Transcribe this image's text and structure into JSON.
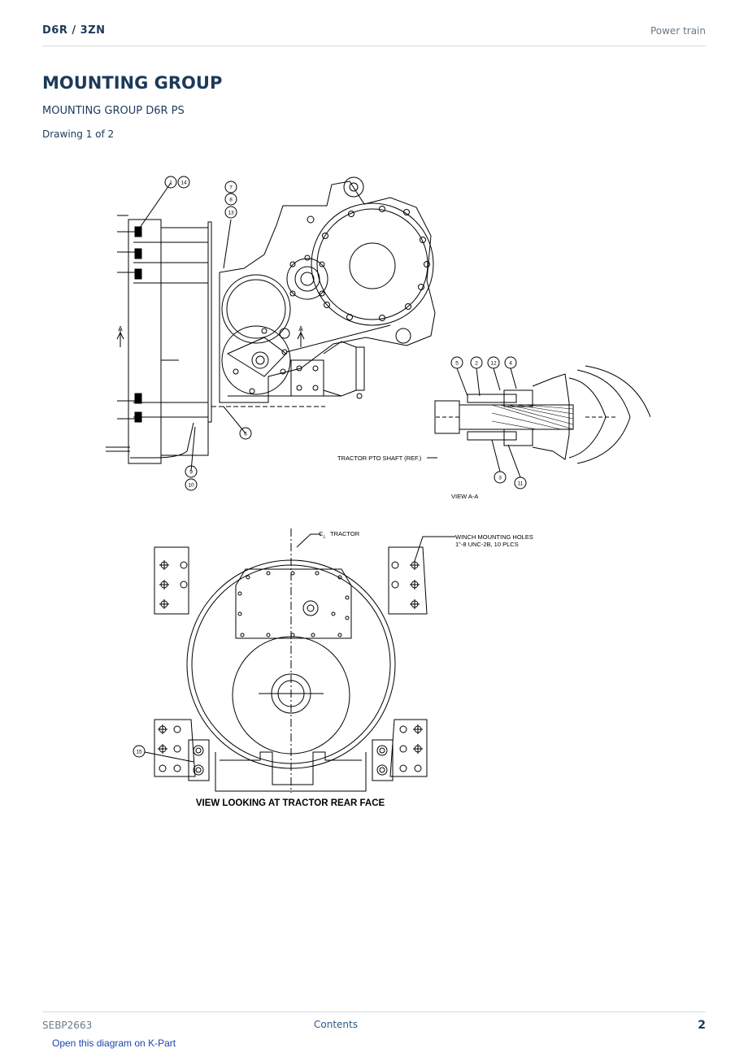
{
  "header": {
    "brand": "D6R  /  3ZN",
    "section": "Power train"
  },
  "page": {
    "title": "MOUNTING GROUP",
    "subtitle": "MOUNTING GROUP D6R PS",
    "drawing_count": "Drawing 1 of 2"
  },
  "drawing": {
    "callouts_top": [
      "1",
      "14",
      "7",
      "8",
      "13",
      "6",
      "9",
      "10"
    ],
    "section_mark": "A",
    "callouts_detail": [
      "5",
      "2",
      "12",
      "4",
      "3",
      "11"
    ],
    "pto_label": "TRACTOR PTO SHAFT (REF.)",
    "view_aa_label": "VIEW A-A",
    "cl_label": "C",
    "cl_sub": "L",
    "tractor_label": "TRACTOR",
    "holes_label_1": "WINCH MOUNTING HOLES",
    "holes_label_2": "1\"-8 UNC-2B, 10 PLCS",
    "callout_bottom": "15",
    "rear_face_label": "VIEW LOOKING AT TRACTOR REAR FACE"
  },
  "footer": {
    "doc_code": "SEBP2663",
    "contents": "Contents",
    "page_number": "2"
  },
  "kpart_link": "Open this diagram on K-Part"
}
